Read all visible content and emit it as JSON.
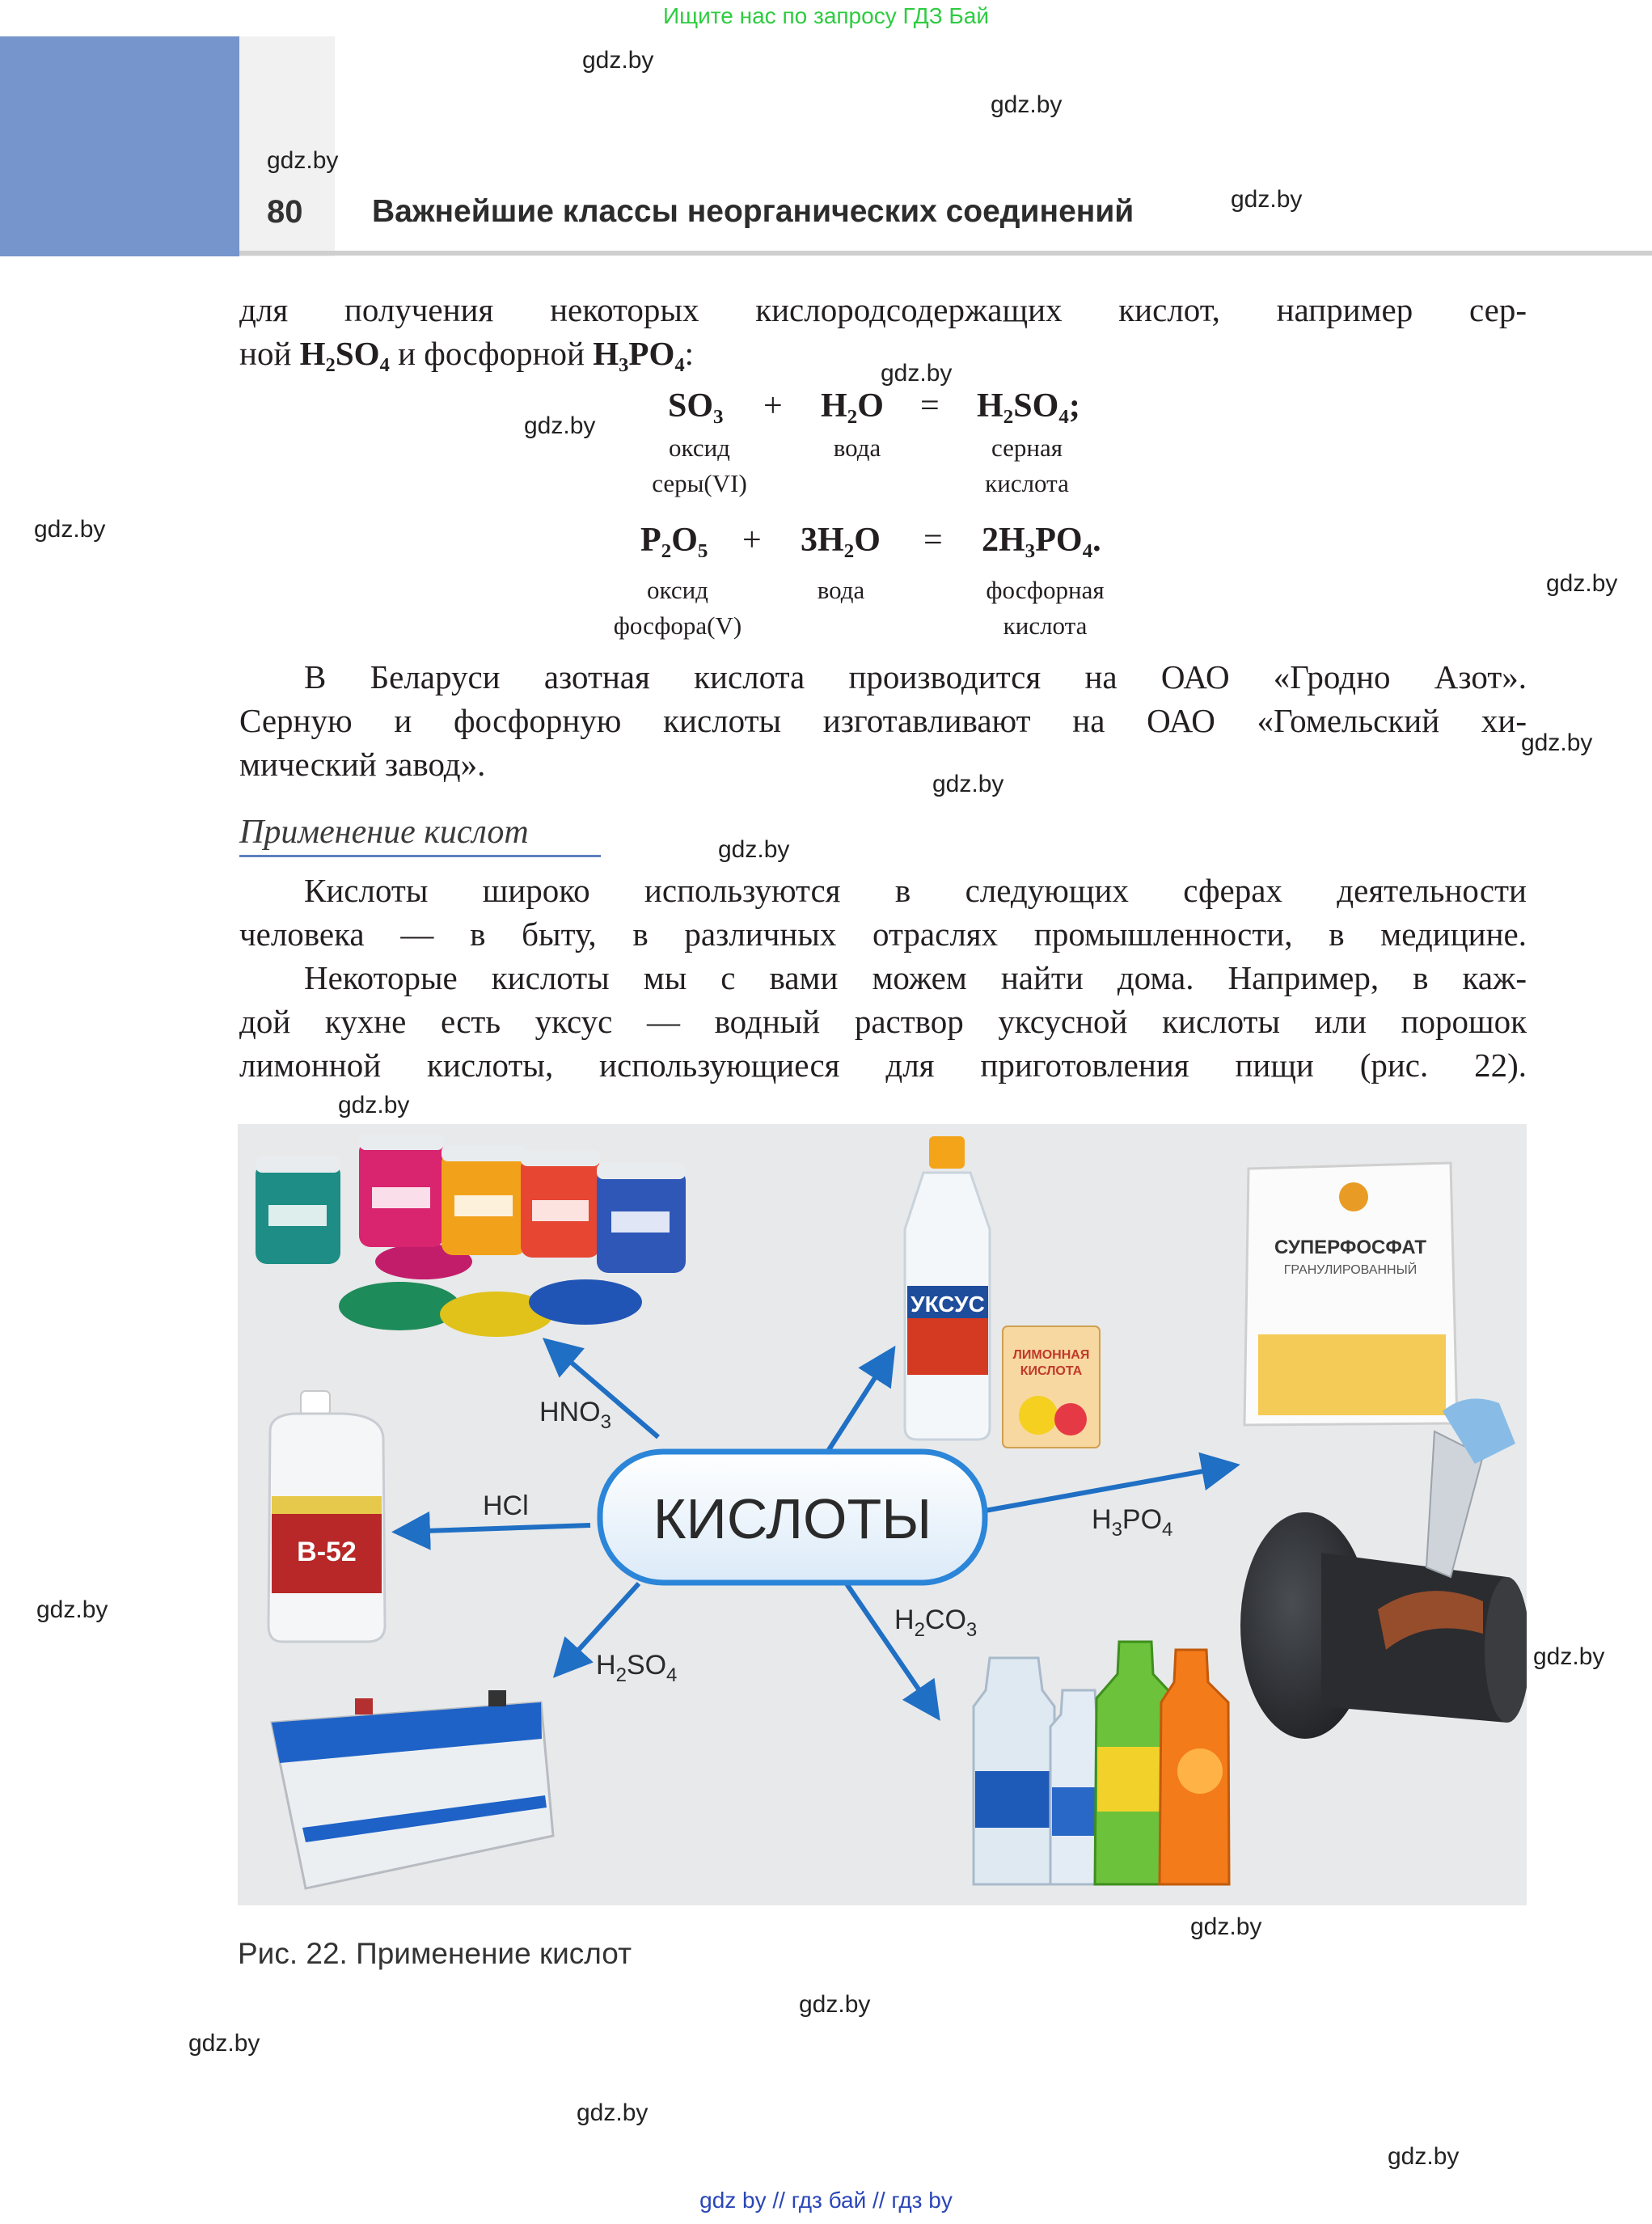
{
  "banner": {
    "text": "Ищите нас по запросу ГДЗ Бай"
  },
  "header": {
    "page_number": "80",
    "chapter_title": "Важнейшие классы неорганических соединений"
  },
  "watermark": {
    "text": "gdz.by"
  },
  "intro": {
    "line1": "для получения некоторых кислородсодержащих кислот, например сер-",
    "line2_a": "ной ",
    "line2_b": " и фосфорной ",
    "line2_c": ":"
  },
  "formulas": {
    "h2so4": "H₂SO₄",
    "h3po4": "H₃PO₄",
    "so3": "SO₃",
    "h2o": "H₂O",
    "h2so4_end": "H₂SO₄;",
    "p2o5": "P₂O₅",
    "h2o_3": "3H₂O",
    "h3po4_2": "2H₃PO₄.",
    "plus": "+",
    "equals": "="
  },
  "eq1_labels": {
    "a1": "оксид",
    "a2": "серы(VI)",
    "b1": "вода",
    "c1": "серная",
    "c2": "кислота"
  },
  "eq2_labels": {
    "a1": "оксид",
    "a2": "фосфора(V)",
    "b1": "вода",
    "c1": "фосфорная",
    "c2": "кислота"
  },
  "para_belarus": {
    "line1": "В Беларуси азотная кислота производится на ОАО «Гродно Азот».",
    "line2": "Серную и фосфорную кислоты изготавливают на ОАО «Гомельский хи-",
    "line3": "мический завод»."
  },
  "section": {
    "heading": "Применение кислот"
  },
  "para_use": {
    "line1": "Кислоты широко используются в следующих сферах деятельности",
    "line2": "человека — в быту, в различных отраслях промышленности, в медицине."
  },
  "para_home": {
    "line1": "Некоторые кислоты мы с вами можем найти дома. Например, в каж-",
    "line2": "дой кухне есть уксус — водный раствор уксусной кислоты или порошок",
    "line3": "лимонной кислоты, использующиеся для приготовления пищи (рис. 22)."
  },
  "figure": {
    "center_label": "КИСЛОТЫ",
    "labels": {
      "hno3": "HNO",
      "hcl": "HCl",
      "h3po4": "H",
      "h2co3": "H",
      "h2so4": "H"
    },
    "product_texts": {
      "vinegar": "УКСУС",
      "citric_1": "ЛИМОННАЯ",
      "citric_2": "КИСЛОТА",
      "fertilizer_1": "СУПЕРФОСФАТ",
      "fertilizer_2": "ГРАНУЛИРОВАННЫЙ",
      "cleaner": "В-52"
    },
    "colors": {
      "arrow": "#1f6fc4",
      "bubble_fill": "#ffffff",
      "bubble_stroke": "#2b85d8",
      "background": "#e8e9ea"
    }
  },
  "caption": {
    "text": "Рис. 22. Применение кислот"
  },
  "footer": {
    "text": "gdz by  //  гдз бай  //  гдз by"
  }
}
